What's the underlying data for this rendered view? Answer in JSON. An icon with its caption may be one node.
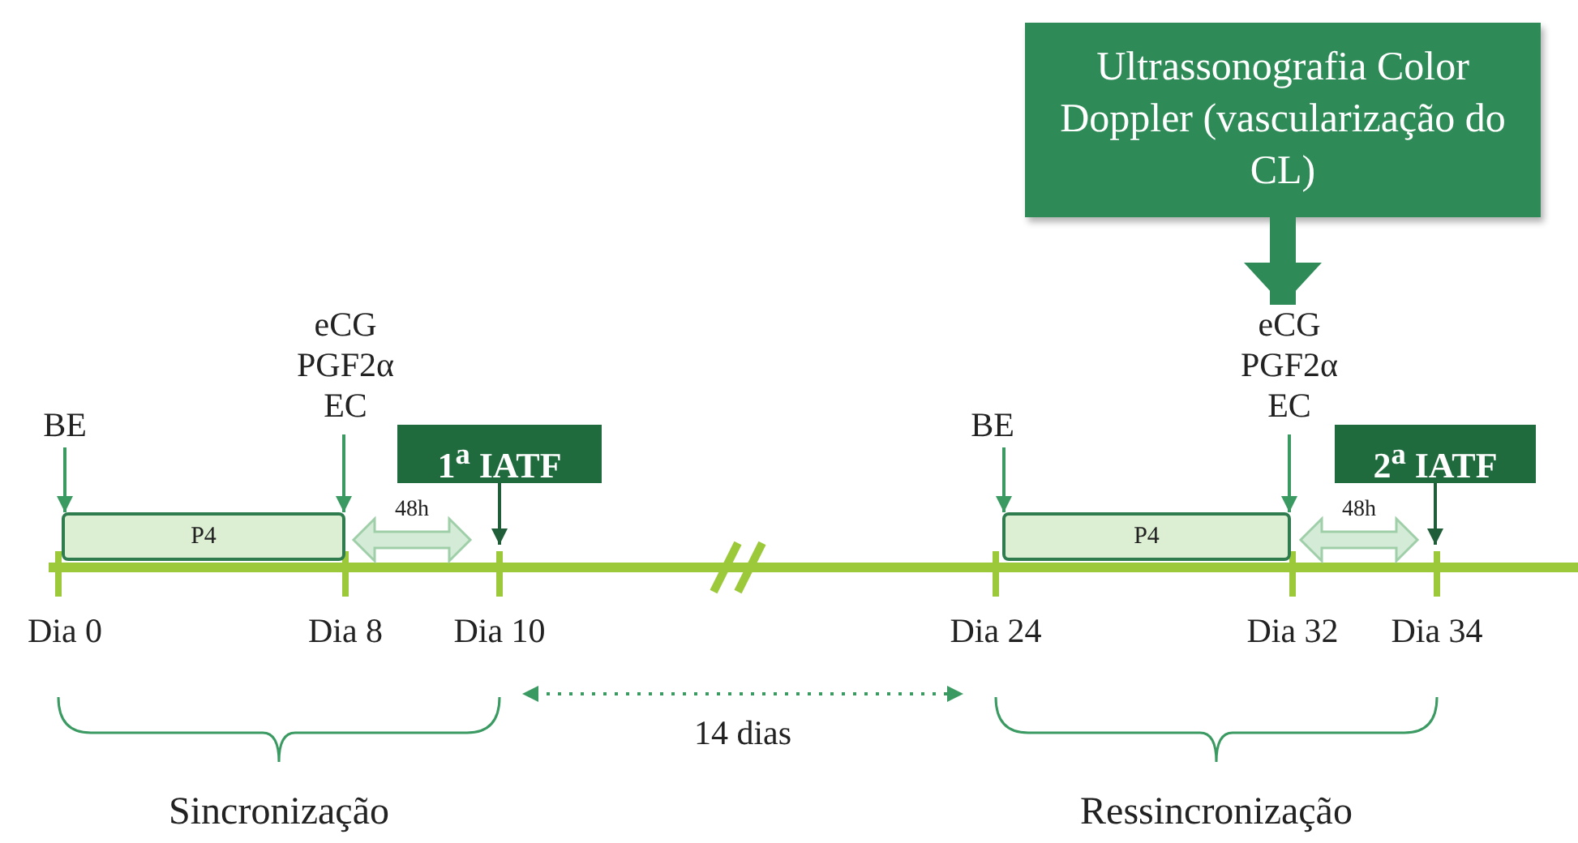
{
  "diagram": {
    "nodes": [
      {
        "text": [
          "Ultrassonografia Color Doppler (vascularização do CL)"
        ]
      },
      {
        "text": [
          "BE"
        ]
      },
      {
        "text": [
          "eCG",
          "PGF2α",
          "EC"
        ]
      },
      {
        "text": [
          "P4"
        ]
      },
      {
        "text": [
          "1$^{a}$ IATF"
        ]
      },
      {
        "text": [
          "BE"
        ]
      },
      {
        "text": [
          "eCG",
          "PGF2α",
          "EC"
        ]
      },
      {
        "text": [
          "P4"
        ]
      },
      {
        "text": [
          "2$^{a}$ IATF"
        ]
      }
    ],
    "edges": [
      {
        "from": 1,
        "to": 3,
        "arrow": "to"
      },
      {
        "from": 2,
        "to": 3,
        "arrow": "to"
      },
      {
        "from": 4,
        "to": null,
        "arrow": "to",
        "color": "#1f5e38"
      },
      {
        "from": 0,
        "to": 6,
        "arrow": "to",
        "style": "thick",
        "color": "#2e8b57"
      },
      {
        "from": 5,
        "to": 7,
        "arrow": "to"
      },
      {
        "from": 6,
        "to": 7,
        "arrow": "to"
      },
      {
        "from": 8,
        "to": null,
        "arrow": "to",
        "color": "#1f5e38"
      }
    ],
    "labels": [
      "48h",
      "48h",
      "Dia 0",
      "Dia 8",
      "Dia 10",
      "Dia 24",
      "Dia 32",
      "Dia 34",
      "14 dias",
      "Sincronização",
      "Ressincronização"
    ]
  }
}
